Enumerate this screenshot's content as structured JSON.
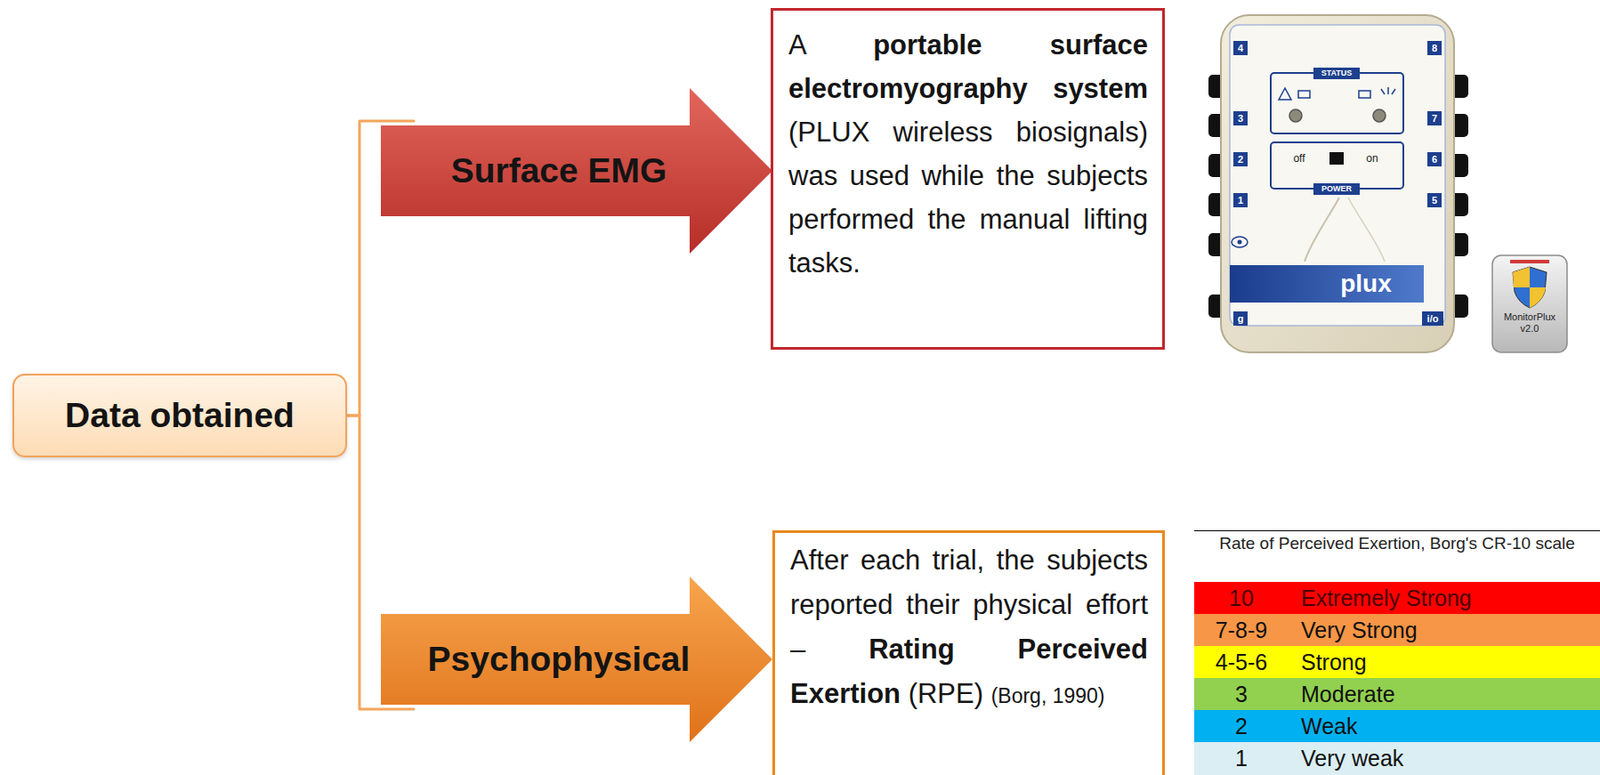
{
  "diagram": {
    "nodes": [
      {
        "text": [
          "Data obtained"
        ]
      },
      {
        "text": [
          "Surface EMG"
        ]
      },
      {
        "text": [
          "A portable surface electromyography system (PLUX wireless biosignals) was used while the subjects performed the manual lifting tasks."
        ]
      },
      {
        "text": [
          "Psychophysical"
        ]
      },
      {
        "text": [
          "After each trial, the subjects reported their physical effort – Rating Perceived Exertion (RPE) (Borg, 1990)"
        ]
      }
    ],
    "edges": [
      {
        "from": 0,
        "to": 1,
        "arrow": "none"
      },
      {
        "from": 0,
        "to": 3,
        "arrow": "none"
      }
    ],
    "labels": [
      "4",
      "8",
      "STATUS",
      "3",
      "7",
      "2",
      "off",
      "on",
      "POWER",
      "6",
      "1",
      "5",
      "plux",
      "g",
      "i/o",
      "MonitorPlux v2.0",
      "Rate of Perceived Exertion, Borg's CR-10 scale",
      "10",
      "Extremely Strong",
      "7-8-9",
      "Very Strong",
      "4-5-6",
      "Strong",
      "3",
      "Moderate",
      "2",
      "Weak",
      "1",
      "Very weak"
    ]
  }
}
